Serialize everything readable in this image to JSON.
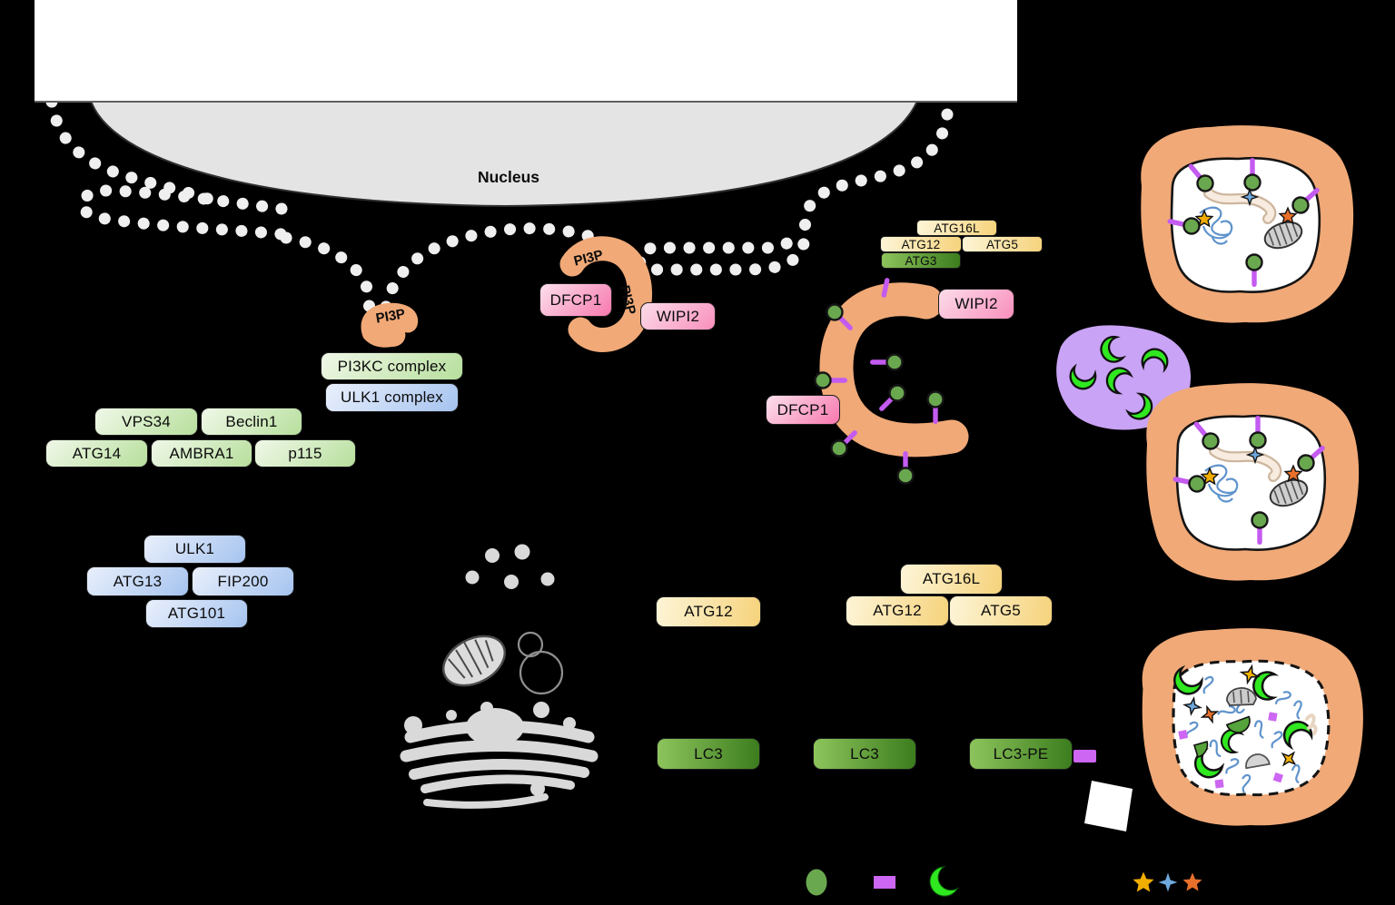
{
  "figure": {
    "nucleus_label": "Nucleus",
    "pi3p_label": "PI3P"
  },
  "boxes": {
    "pi3kc_complex": "PI3KC complex",
    "ulk1_complex": "ULK1 complex",
    "vps34": "VPS34",
    "beclin1": "Beclin1",
    "atg14": "ATG14",
    "ambra1": "AMBRA1",
    "p115": "p115",
    "ulk1": "ULK1",
    "atg13": "ATG13",
    "fip200": "FIP200",
    "atg101": "ATG101",
    "dfcp1": "DFCP1",
    "wipi2": "WIPI2",
    "atg16l": "ATG16L",
    "atg12": "ATG12",
    "atg5": "ATG5",
    "atg3": "ATG3",
    "lc3": "LC3",
    "lc3_pe": "LC3-PE"
  },
  "legend": {
    "icons": [
      {
        "name": "lc3-protein-icon",
        "shape": "green-circle",
        "color": "#6aa84f"
      },
      {
        "name": "pe-lipid-icon",
        "shape": "purple-rectangle",
        "color": "#cd66f2"
      },
      {
        "name": "hydrolase-icon",
        "shape": "green-crescent",
        "color": "#2fe81f"
      },
      {
        "name": "cargo-receptor-icons",
        "shape": "stars",
        "colors": [
          "#f0ad00",
          "#6fa8dc",
          "#e8702a"
        ]
      }
    ]
  },
  "colors": {
    "background": "#000000",
    "membrane_orange": "#f0a977",
    "nucleus_gray": "#e4e4e4",
    "er_dots": "#efefef",
    "lysosome_purple": "#c9a3f5",
    "pe_purple": "#c45bf0",
    "lc3_green": "#6aa84f",
    "hydrolase_green": "#2fe81f",
    "star_gold": "#f0ad00",
    "star_blue": "#6fa8dc",
    "star_orange": "#e8702a"
  }
}
